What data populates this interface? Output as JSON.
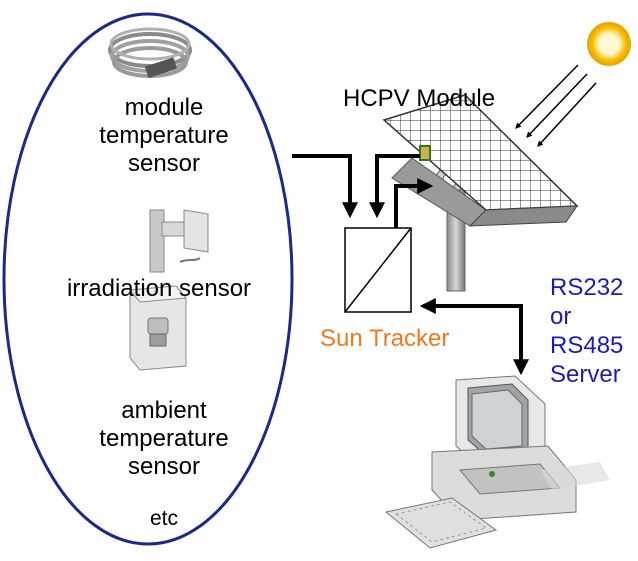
{
  "sensors": {
    "module_temperature": [
      "module",
      "temperature",
      "sensor"
    ],
    "irradiation": "irradiation sensor",
    "ambient_temperature": [
      "ambient",
      "temperature",
      "sensor"
    ],
    "etc": "etc"
  },
  "labels": {
    "hcpv_module": "HCPV Module",
    "sun_tracker": "Sun Tracker",
    "comm": [
      "RS232",
      "or",
      "RS485",
      "Server"
    ]
  },
  "colors": {
    "ellipse_stroke": "#1a2a8a",
    "sun_tracker_text": "#f07820",
    "comm_text": "#1c1cb4",
    "sun": "#f5c000"
  }
}
